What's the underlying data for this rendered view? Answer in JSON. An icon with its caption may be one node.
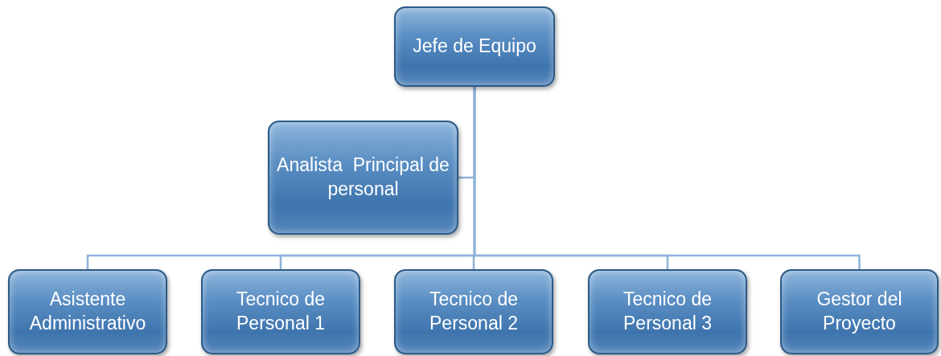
{
  "diagram": {
    "nodes": [
      {
        "text": [
          "Jefe de Equipo"
        ]
      },
      {
        "text": [
          "Analista  Principal de personal"
        ]
      },
      {
        "text": [
          "Asistente Administrativo"
        ]
      },
      {
        "text": [
          "Tecnico de Personal 1"
        ]
      },
      {
        "text": [
          "Tecnico de Personal 2"
        ]
      },
      {
        "text": [
          "Tecnico de Personal 3"
        ]
      },
      {
        "text": [
          "Gestor del Proyecto"
        ]
      }
    ],
    "edges": [
      {
        "from": 0,
        "to": 1,
        "arrow": "none"
      },
      {
        "from": 0,
        "to": 2,
        "arrow": "none"
      },
      {
        "from": 0,
        "to": 3,
        "arrow": "none"
      },
      {
        "from": 0,
        "to": 4,
        "arrow": "none"
      },
      {
        "from": 0,
        "to": 5,
        "arrow": "none"
      },
      {
        "from": 0,
        "to": 6,
        "arrow": "none"
      }
    ]
  }
}
